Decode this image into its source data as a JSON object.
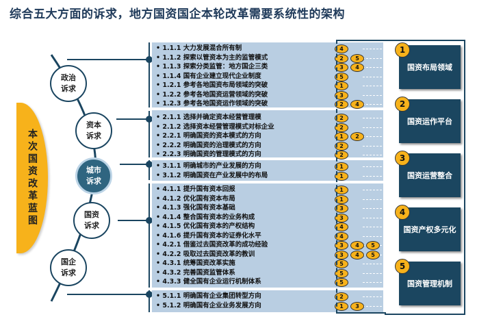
{
  "title": "综合五大方面的诉求，地方国资国企本轮改革需要系统性的架构",
  "center_label": "本次国资改革蓝图",
  "demands": [
    {
      "label": "政治诉求"
    },
    {
      "label": "资本诉求"
    },
    {
      "label": "城市诉求"
    },
    {
      "label": "国资诉求"
    },
    {
      "label": "国企诉求"
    }
  ],
  "groups": [
    {
      "items": [
        {
          "text": "• 1.1.1 大力发展混合所有制",
          "refs": [
            "4"
          ]
        },
        {
          "text": "• 1.1.2 探索以管资本为主的监管模式",
          "refs": [
            "2",
            "5"
          ]
        },
        {
          "text": "• 1.1.3 探索分类监管：地方国企三类",
          "refs": [
            "3",
            "4"
          ]
        },
        {
          "text": "• 1.1.4 国有企业建立现代企业制度",
          "refs": [
            "5"
          ]
        },
        {
          "text": "• 1.2.1 参考各地国资布局领域的突破",
          "refs": [
            "1"
          ]
        },
        {
          "text": "• 1.2.2 参考各地国资运营领域的突破",
          "refs": [
            "3"
          ]
        },
        {
          "text": "• 1.2.3 参考各地国资运作领域的突破",
          "refs": [
            "2",
            "4"
          ]
        }
      ]
    },
    {
      "items": [
        {
          "text": "• 2.1.1 选择并确定资本经营管理模",
          "refs": [
            "2"
          ]
        },
        {
          "text": "• 2.1.2 选择资本经营管理模式对标企业",
          "refs": [
            "2"
          ]
        },
        {
          "text": "• 2.2.1 明确国资的资本模式的方向",
          "refs": [
            "1",
            "2"
          ]
        },
        {
          "text": "• 2.2.2 明确国资的治理模式的方向",
          "refs": [
            "2"
          ]
        },
        {
          "text": "• 2.2.3 明确国资的管理模式的方向",
          "refs": [
            "2"
          ]
        }
      ]
    },
    {
      "items": [
        {
          "text": "• 3.1.1 明确城市的产业发展的方向",
          "refs": [
            "1"
          ]
        },
        {
          "text": "• 3.1.2 明确国资在产业发展中的布局",
          "refs": [
            "1"
          ]
        }
      ]
    },
    {
      "items": [
        {
          "text": "• 4.1.1 提升国有资本回报",
          "refs": [
            "1"
          ]
        },
        {
          "text": "• 4.1.2 优化国有资本布局",
          "refs": [
            "1"
          ]
        },
        {
          "text": "• 4.1.3 强化国有资本基础",
          "refs": [
            "3"
          ]
        },
        {
          "text": "• 4.1.4 整合国有资本的业务构成",
          "refs": [
            "3"
          ]
        },
        {
          "text": "• 4.1.5 优化国有资本的产权结构",
          "refs": [
            "4"
          ]
        },
        {
          "text": "• 4.1.6 提升国有资本的证券化水平",
          "refs": [
            "4"
          ]
        },
        {
          "text": "• 4.2.1 借鉴过去国资改革的成功经验",
          "refs": [
            "3",
            "4",
            "5"
          ]
        },
        {
          "text": "• 4.2.2 吸取过去国资改革的教训",
          "refs": [
            "3",
            "4",
            "5"
          ]
        },
        {
          "text": "• 4.3.1 统筹国资改革实施",
          "refs": [
            "5"
          ]
        },
        {
          "text": "• 4.3.2 完善国资监管体系",
          "refs": [
            "5"
          ]
        },
        {
          "text": "• 4.3.3 健全国有企业运行机制体系",
          "refs": [
            "5"
          ]
        }
      ]
    },
    {
      "items": [
        {
          "text": "• 5.1.1 明确国有企业集团转型方向",
          "refs": [
            "2"
          ]
        },
        {
          "text": "• 5.1.2 明确国有企业业务发展方向",
          "refs": [
            "1",
            "3"
          ]
        }
      ]
    }
  ],
  "areas": [
    {
      "num": "1",
      "label": "国资布局领域"
    },
    {
      "num": "2",
      "label": "国资运作平台"
    },
    {
      "num": "3",
      "label": "国资运营整合"
    },
    {
      "num": "4",
      "label": "国资产权多元化"
    },
    {
      "num": "5",
      "label": "国资管理机制"
    }
  ],
  "colors": {
    "accent": "#f7b21b",
    "navy": "#1b4660",
    "panel": "#b9cee2"
  }
}
